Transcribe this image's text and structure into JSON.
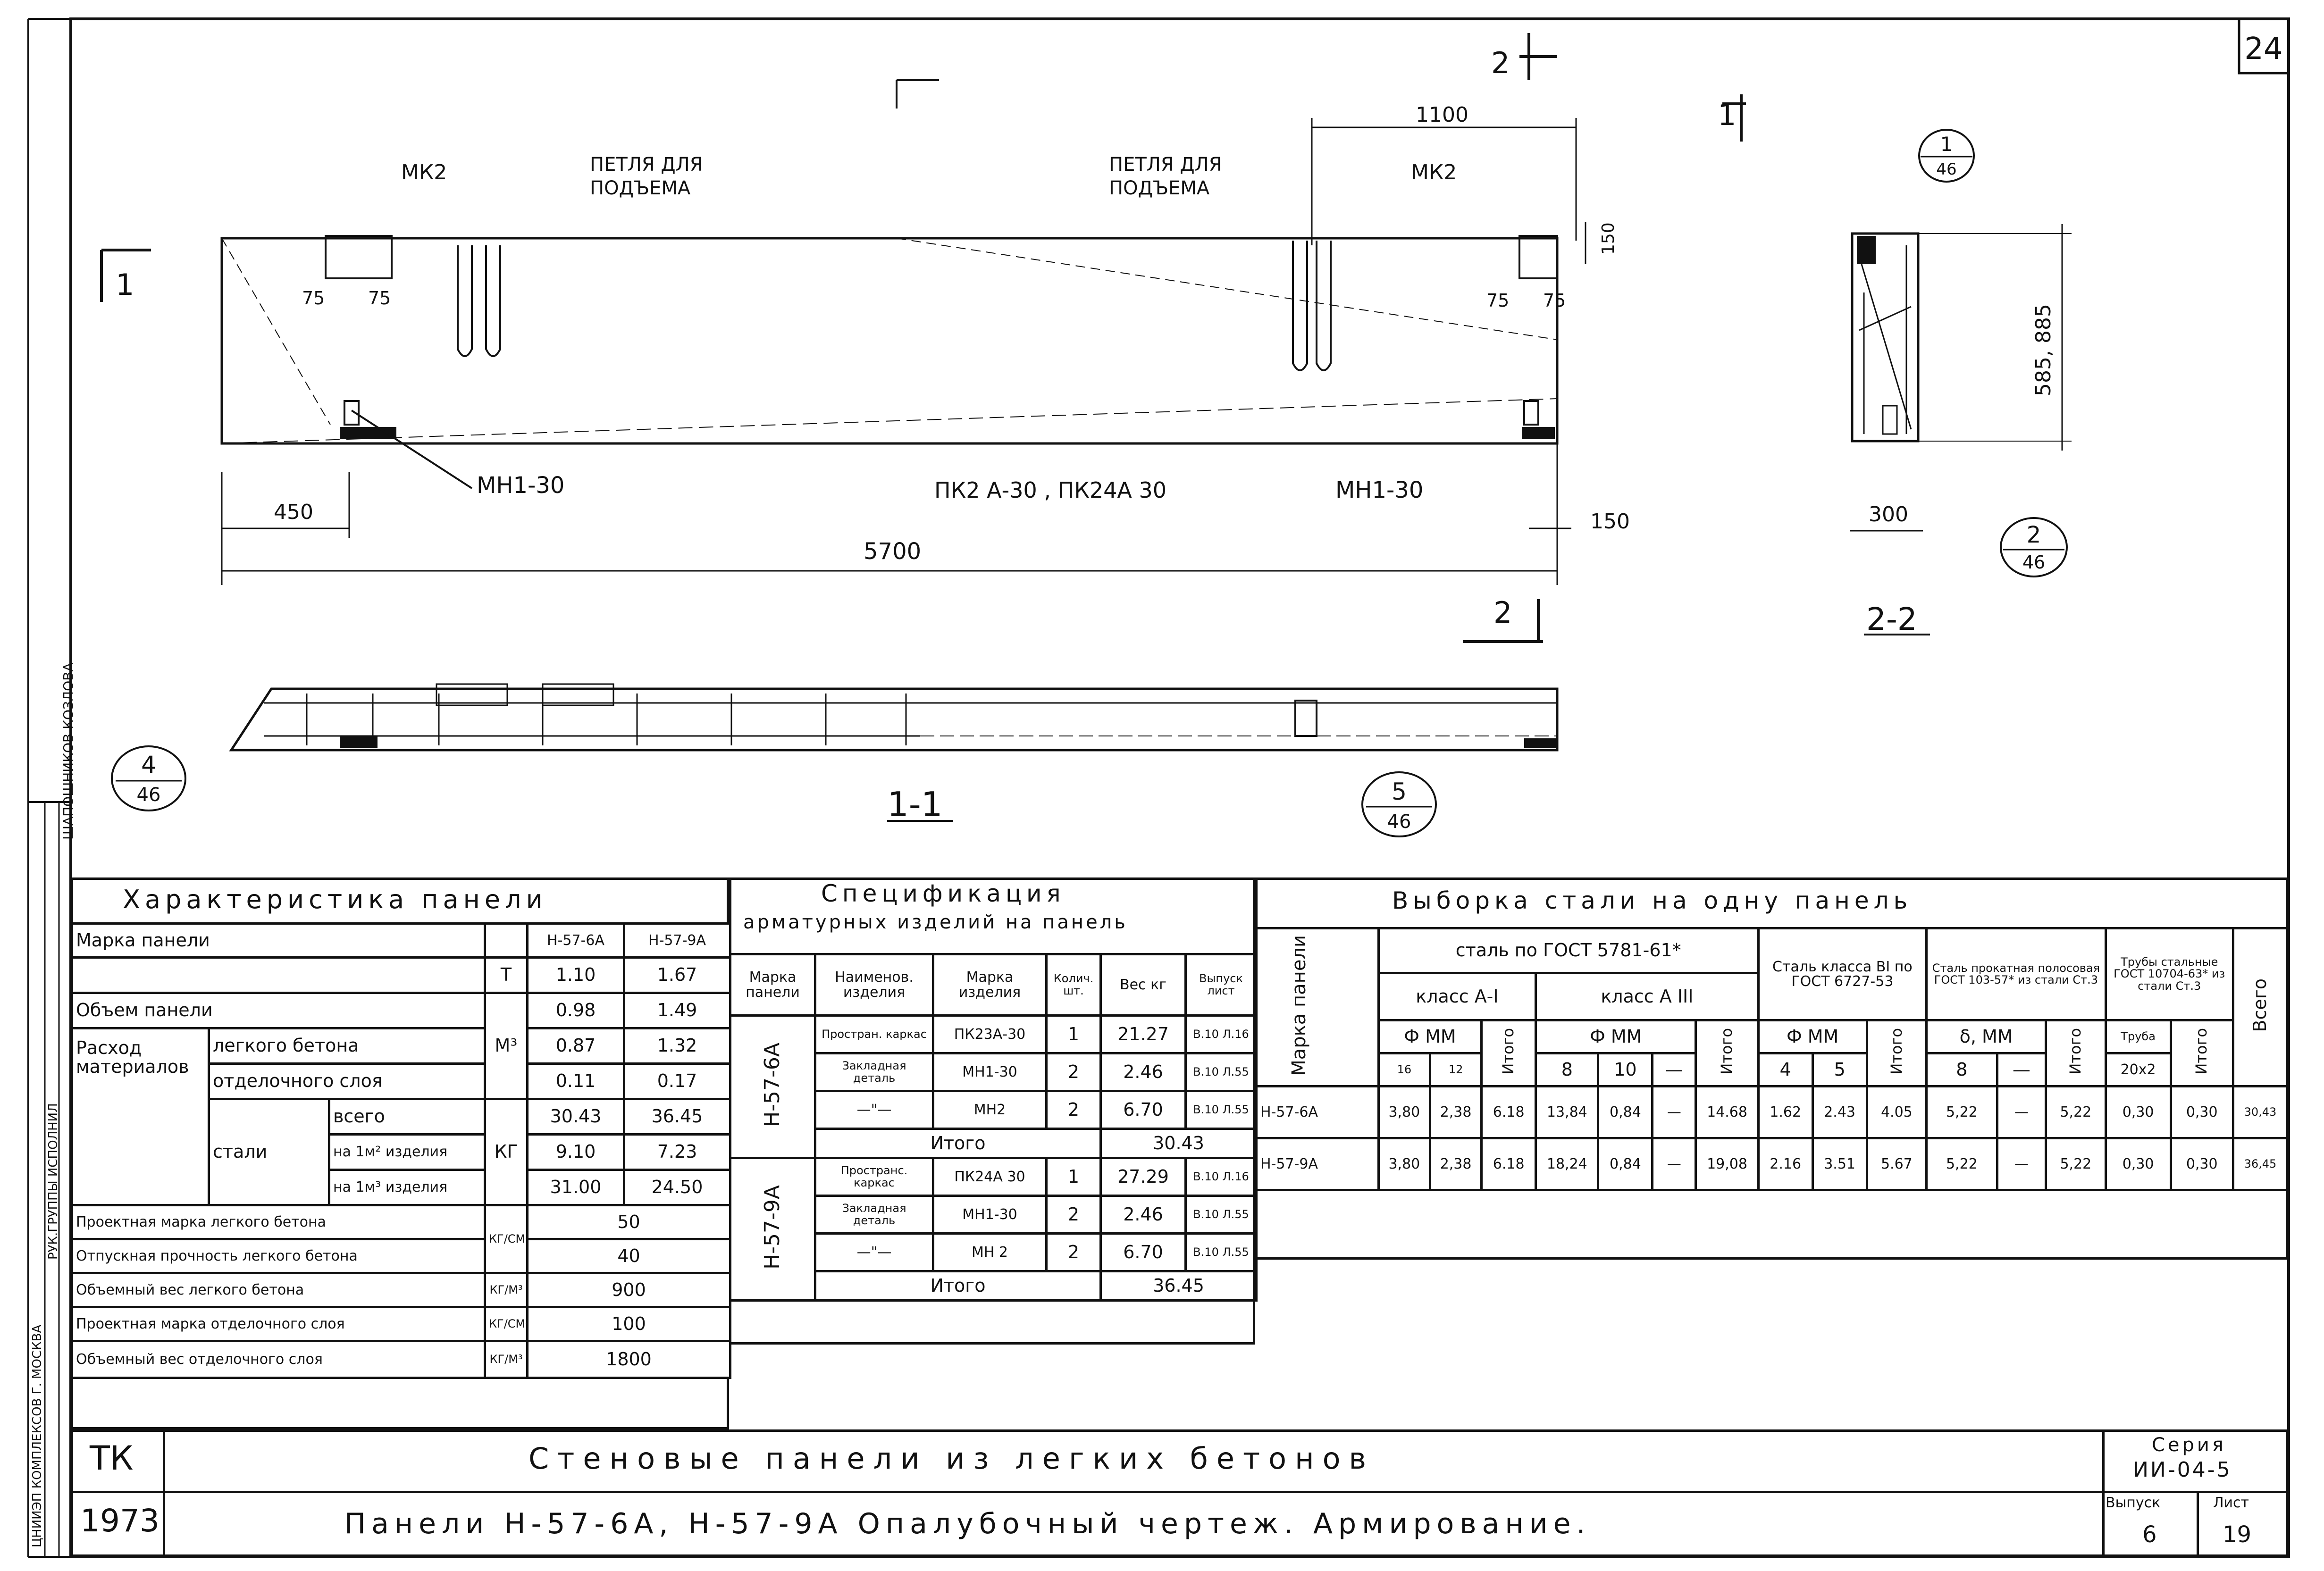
{
  "sheet_number": "24",
  "drawing": {
    "section_2_mark": "2",
    "section_1_mark": "1",
    "dim_1100": "1100",
    "mk2_left": "МК2",
    "mk2_right": "МК2",
    "lift_loop_left_1": "ПЕТЛЯ ДЛЯ",
    "lift_loop_left_2": "ПОДЪЕМА",
    "lift_loop_right_1": "ПЕТЛЯ ДЛЯ",
    "lift_loop_right_2": "ПОДЪЕМА",
    "dim_75_a": "75",
    "dim_75_b": "75",
    "dim_75_c": "75",
    "dim_75_d": "75",
    "dim_150_top": "150",
    "dim_150_bottom": "150",
    "mn_left": "МН1-30",
    "mn_right": "МН1-30",
    "frames_label": "ПК2 А-30 , ПК24А 30",
    "dim_450": "450",
    "dim_5700": "5700",
    "dim_585_885": "585, 885",
    "dim_300": "300",
    "section_1_1": "1-1",
    "section_2_2": "2-2",
    "callout_1_top": "1",
    "callout_1_bot": "46",
    "callout_2_top": "2",
    "callout_2_bot": "46",
    "callout_4_top": "4",
    "callout_4_bot": "46",
    "callout_5_top": "5",
    "callout_5_bot": "46"
  },
  "stamp_side": {
    "col1": "ЦНИИЭП КОМПЛЕКСОВ Г. МОСКВА",
    "col2": "РУК.ГРУППЫ ИСПОЛНИЛ",
    "col3": "ШАПОШНИКОВ КОЗЛОВА"
  },
  "characteristics": {
    "title": "Характеристика панели",
    "col_mark": "Марка панели",
    "col_a": "Н-57-6А",
    "col_b": "Н-57-9А",
    "rows": [
      {
        "label": "",
        "unit": "Т",
        "a": "1.10",
        "b": "1.67"
      },
      {
        "label": "Объем панели",
        "unit": "",
        "a": "0.98",
        "b": "1.49"
      },
      {
        "label": "легкого бетона",
        "unit": "М³",
        "a": "0.87",
        "b": "1.32"
      },
      {
        "label": "отделочного слоя",
        "unit": "",
        "a": "0.11",
        "b": "0.17"
      },
      {
        "label": "всего",
        "unit": "",
        "a": "30.43",
        "b": "36.45"
      },
      {
        "label": "на 1м² изделия",
        "unit": "КГ",
        "a": "9.10",
        "b": "7.23"
      },
      {
        "label": "на 1м³ изделия",
        "unit": "",
        "a": "31.00",
        "b": "24.50"
      }
    ],
    "consumption": "Расход материалов",
    "steel": "стали",
    "props": [
      {
        "label": "Проектная марка легкого бетона",
        "unit": "КГ/СМ²",
        "value": "50"
      },
      {
        "label": "Отпускная прочность легкого бетона",
        "unit": "",
        "value": "40"
      },
      {
        "label": "Объемный вес легкого бетона",
        "unit": "КГ/М³",
        "value": "900"
      },
      {
        "label": "Проектная марка отделочного слоя",
        "unit": "КГ/СМ²",
        "value": "100"
      },
      {
        "label": "Объемный вес отделочного слоя",
        "unit": "КГ/М³",
        "value": "1800"
      }
    ]
  },
  "specification": {
    "title1": "Спецификация",
    "title2": "арматурных изделий на панель",
    "headers": [
      "Марка панели",
      "Наименов. изделия",
      "Марка изделия",
      "Колич. шт.",
      "Вес кг",
      "Выпуск лист"
    ],
    "panel_a": "Н-57-6А",
    "panel_b": "Н-57-9А",
    "rows_a": [
      {
        "name": "Простран. каркас",
        "mark": "ПК23А-30",
        "qty": "1",
        "weight": "21.27",
        "sheet": "В.10 Л.16"
      },
      {
        "name": "Закладная деталь",
        "mark": "МН1-30",
        "qty": "2",
        "weight": "2.46",
        "sheet": "В.10 Л.55"
      },
      {
        "name": "—\"—",
        "mark": "МН2",
        "qty": "2",
        "weight": "6.70",
        "sheet": "В.10 Л.55"
      }
    ],
    "total_a": "30.43",
    "rows_b": [
      {
        "name": "Пространс. каркас",
        "mark": "ПК24А 30",
        "qty": "1",
        "weight": "27.29",
        "sheet": "В.10 Л.16"
      },
      {
        "name": "Закладная деталь",
        "mark": "МН1-30",
        "qty": "2",
        "weight": "2.46",
        "sheet": "В.10 Л.55"
      },
      {
        "name": "—\"—",
        "mark": "МН 2",
        "qty": "2",
        "weight": "6.70",
        "sheet": "В.10 Л.55"
      }
    ],
    "total_b": "36.45",
    "total_label": "Итого"
  },
  "steel": {
    "title": "Выборка стали на одну панель",
    "col_mark": "Марка панели",
    "g_gost5781": "сталь по ГОСТ 5781-61*",
    "g_class_ai": "класс А-I",
    "g_class_aiii": "класс А III",
    "g_bi": "Сталь класса ВI по ГОСТ 6727-53",
    "g_strip": "Сталь прокатная полосовая ГОСТ 103-57* из стали Ст.3",
    "g_pipes": "Трубы стальные ГОСТ 10704-63* из стали Ст.3",
    "phi_mm": "Ф ММ",
    "delta_mm": "δ, ММ",
    "pipe": "Труба",
    "total": "Итого",
    "grand": "Всего",
    "d16": "16",
    "d12": "12",
    "d8": "8",
    "d10": "10",
    "dash": "—",
    "d4": "4",
    "d5": "5",
    "s8": "8",
    "p20": "20х2",
    "rows": [
      [
        "Н-57-6А",
        "3,80",
        "2,38",
        "6.18",
        "13,84",
        "0,84",
        "—",
        "14.68",
        "1.62",
        "2.43",
        "4.05",
        "5,22",
        "—",
        "5,22",
        "0,30",
        "0,30",
        "30,43"
      ],
      [
        "Н-57-9А",
        "3,80",
        "2,38",
        "6.18",
        "18,24",
        "0,84",
        "—",
        "19,08",
        "2.16",
        "3.51",
        "5.67",
        "5,22",
        "—",
        "5,22",
        "0,30",
        "0,30",
        "36,45"
      ]
    ]
  },
  "title_block": {
    "tk": "ТК",
    "year": "1973",
    "title": "Стеновые панели из легких бетонов",
    "subtitle": "Панели Н-57-6А, Н-57-9А Опалубочный чертеж. Армирование.",
    "series_label": "Серия",
    "series": "ИИ-04-5",
    "issue_label": "Выпуск",
    "issue": "6",
    "sheet_label": "Лист",
    "sheet": "19"
  }
}
